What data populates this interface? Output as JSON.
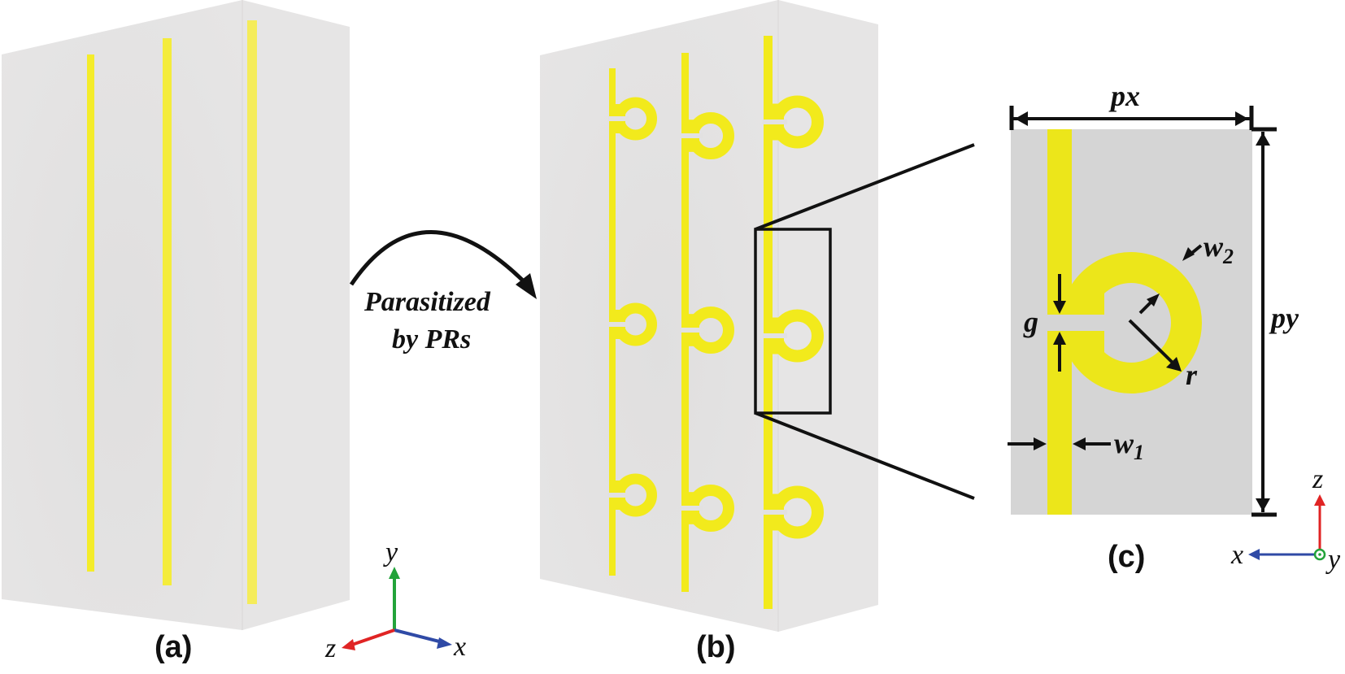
{
  "figure": {
    "panels": [
      {
        "id": "a",
        "label": "(a)",
        "description": "Substrate block with three plain vertical metal strips",
        "strip_count": 3
      },
      {
        "id": "b",
        "label": "(b)",
        "description": "Substrate block with strips each loaded by three split-ring parasitic resonators",
        "strip_count": 3,
        "resonators_per_strip": 3
      },
      {
        "id": "c",
        "label": "(c)",
        "description": "Unit cell detail of strip with split ring resonator"
      }
    ],
    "transition": {
      "line1": "Parasitized",
      "line2": "by PRs"
    },
    "dimensions": {
      "px": "px",
      "py": "py",
      "g": "g",
      "r": "r",
      "w1_base": "w",
      "w1_sub": "1",
      "w2_base": "w",
      "w2_sub": "2"
    },
    "axes_3d": {
      "x": "x",
      "y": "y",
      "z": "z"
    },
    "axes_2d": {
      "x": "x",
      "y": "y",
      "z": "z"
    },
    "colors": {
      "substrate": "#e2e1e1",
      "substrate_side": "#e8e7e7",
      "unit_cell": "#d5d5d5",
      "metal": "#f2ea1c",
      "metal_c": "#ece61a",
      "axis_x": "#2f4aa6",
      "axis_y": "#22a33a",
      "axis_z": "#e02424",
      "ink": "#111111"
    }
  }
}
